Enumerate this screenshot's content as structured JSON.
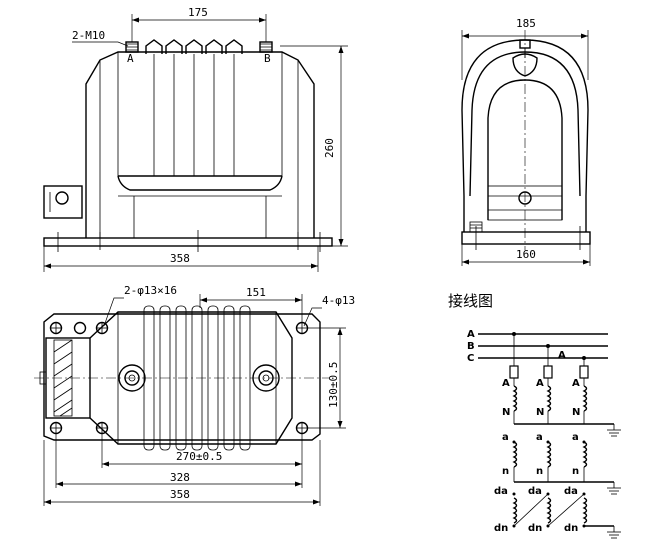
{
  "front_view": {
    "dim_width_top": "175",
    "dim_height": "260",
    "dim_width_base": "358",
    "bolt_label": "2-M10",
    "terminal_a": "A",
    "terminal_b": "B"
  },
  "side_view": {
    "dim_width_top": "185",
    "dim_width_base": "160"
  },
  "plan_view": {
    "hole_label_left": "2-φ13×16",
    "dim_top": "151",
    "hole_label_right": "4-φ13",
    "dim_height": "130±0.5",
    "dim_inner": "270±0.5",
    "dim_mid": "328",
    "dim_outer": "358"
  },
  "wiring": {
    "title": "接线图",
    "bus_labels": [
      "A",
      "B",
      "C"
    ],
    "fuse_label": "A",
    "primary_top": "A",
    "primary_bottom": "N",
    "secondary_top": "a",
    "secondary_bottom": "n",
    "tertiary_top": "da",
    "tertiary_bottom": "dn"
  }
}
